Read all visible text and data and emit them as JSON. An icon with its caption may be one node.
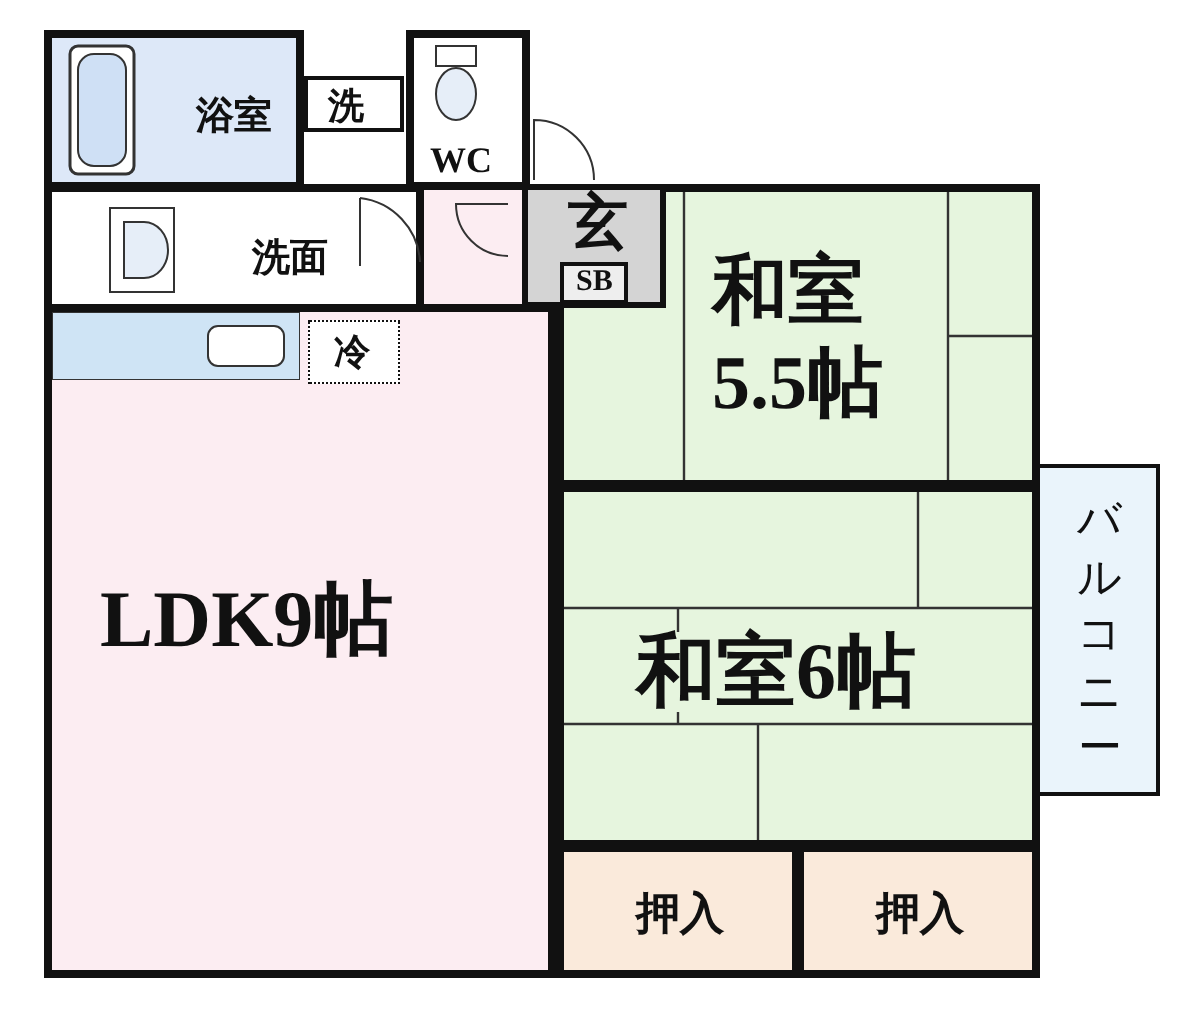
{
  "diagram": {
    "nodes": [
      {
        "text": [
          "浴室"
        ]
      },
      {
        "text": [
          "洗"
        ]
      },
      {
        "text": [
          "WC"
        ]
      },
      {
        "text": [
          "洗面"
        ]
      },
      {
        "text": [
          "玄",
          "SB"
        ]
      },
      {
        "text": [
          "和室5.5帖"
        ]
      },
      {
        "text": [
          "LDK9帖"
        ]
      },
      {
        "text": [
          "冷"
        ],
        "in": 6
      },
      {
        "text": [
          "和室6帖"
        ]
      },
      {
        "text": [
          "バルコニー"
        ]
      },
      {
        "text": [
          "押入"
        ]
      },
      {
        "text": [
          "押入"
        ]
      }
    ]
  }
}
